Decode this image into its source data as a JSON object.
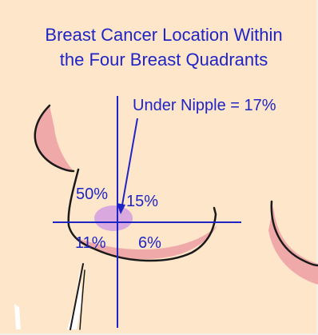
{
  "title": {
    "line1": "Breast Cancer Location Within",
    "line2": "the Four Breast Quadrants"
  },
  "callout": {
    "text": "Under Nipple = 17%"
  },
  "quadrants": {
    "upper_outer": "50%",
    "upper_inner": "15%",
    "lower_outer": "11%",
    "lower_inner": "6%"
  },
  "colors": {
    "background": "#fde6c9",
    "text": "#1f25c4",
    "axis": "#1f25c4",
    "shadow": "#f0a9a9",
    "nipple": "#d8a8de",
    "outline": "#1a1a1a"
  }
}
